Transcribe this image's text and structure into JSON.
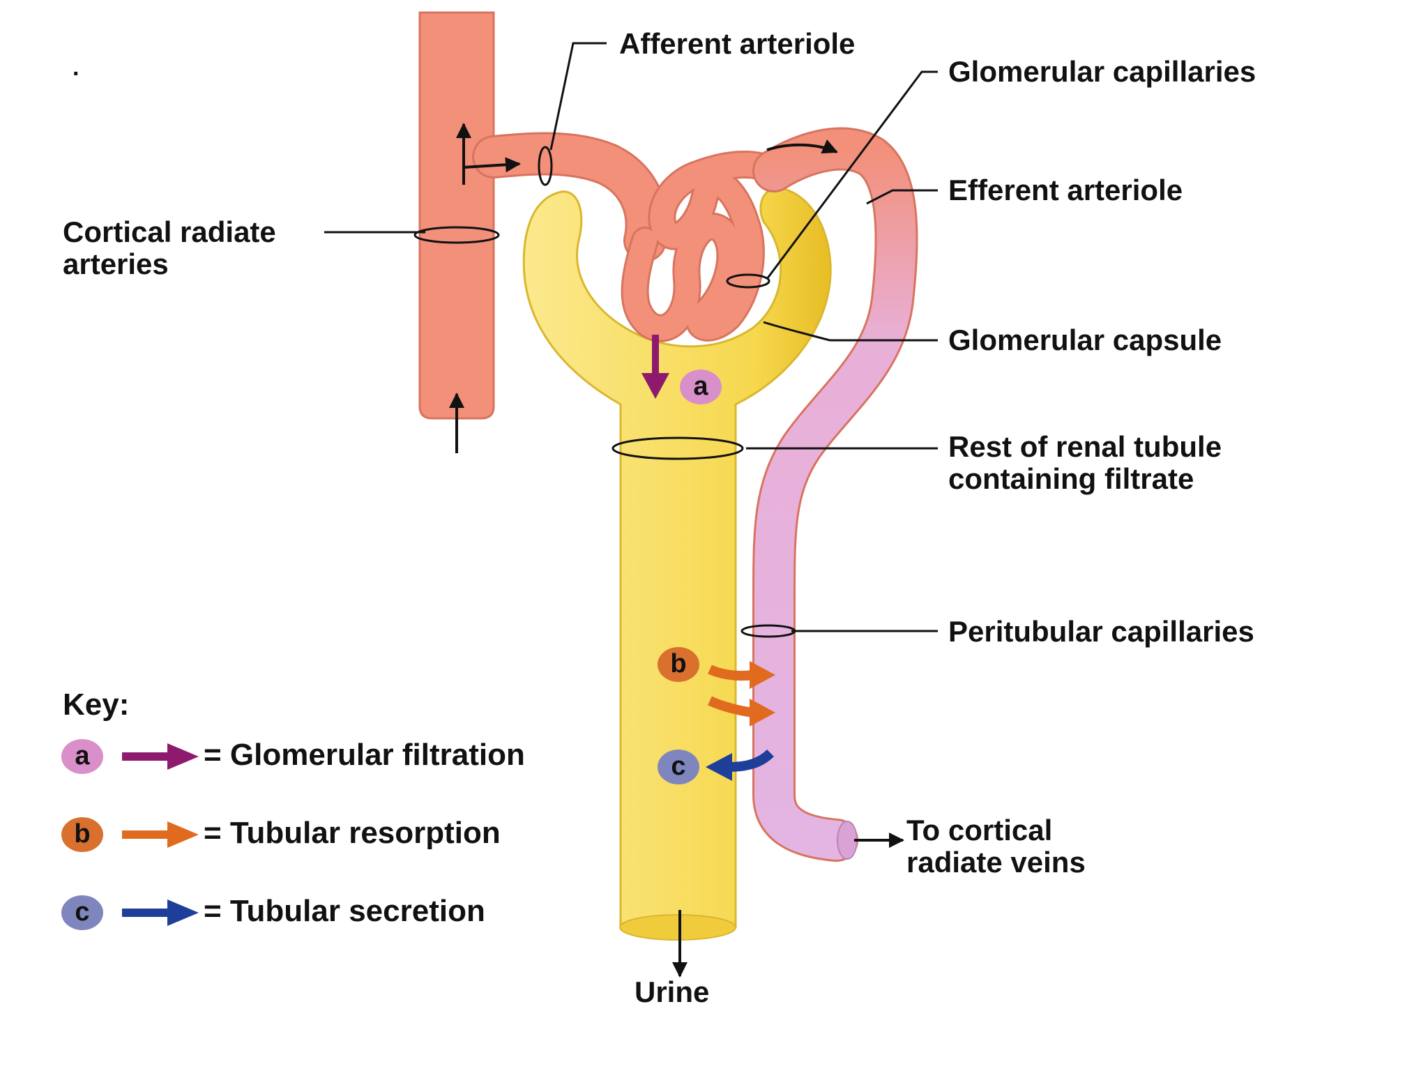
{
  "stray_mark": ".",
  "labels": {
    "afferent_arteriole": "Afferent arteriole",
    "glomerular_capillaries": "Glomerular capillaries",
    "efferent_arteriole": "Efferent arteriole",
    "cortical_radiate_arteries_line1": "Cortical radiate",
    "cortical_radiate_arteries_line2": "arteries",
    "glomerular_capsule": "Glomerular capsule",
    "rest_of_renal_tubule_line1": "Rest of renal tubule",
    "rest_of_renal_tubule_line2": "containing filtrate",
    "peritubular_capillaries": "Peritubular capillaries",
    "to_cortical_veins_line1": "To cortical",
    "to_cortical_veins_line2": "radiate veins",
    "urine": "Urine"
  },
  "process_badges": {
    "a": "a",
    "b": "b",
    "c": "c"
  },
  "key": {
    "title": "Key:",
    "items": [
      {
        "badge": "a",
        "label": "= Glomerular filtration",
        "badge_color": "#d98fc9",
        "arrow_color": "#8e1a6e"
      },
      {
        "badge": "b",
        "label": "= Tubular resorption",
        "badge_color": "#d9702e",
        "arrow_color": "#e06a1e"
      },
      {
        "badge": "c",
        "label": "= Tubular secretion",
        "badge_color": "#7f86bd",
        "arrow_color": "#1d3f9a"
      }
    ]
  },
  "colors": {
    "vessel": "#f2907a",
    "vessel_stroke": "#d8735e",
    "tubule": "#f7df6a",
    "tubule_stroke": "#d9b72e",
    "peritubular": "#e6b6e2",
    "filtration_arrow": "#8e1a6e",
    "resorption_arrow": "#e06a1e",
    "secretion_arrow": "#1d3f9a"
  }
}
